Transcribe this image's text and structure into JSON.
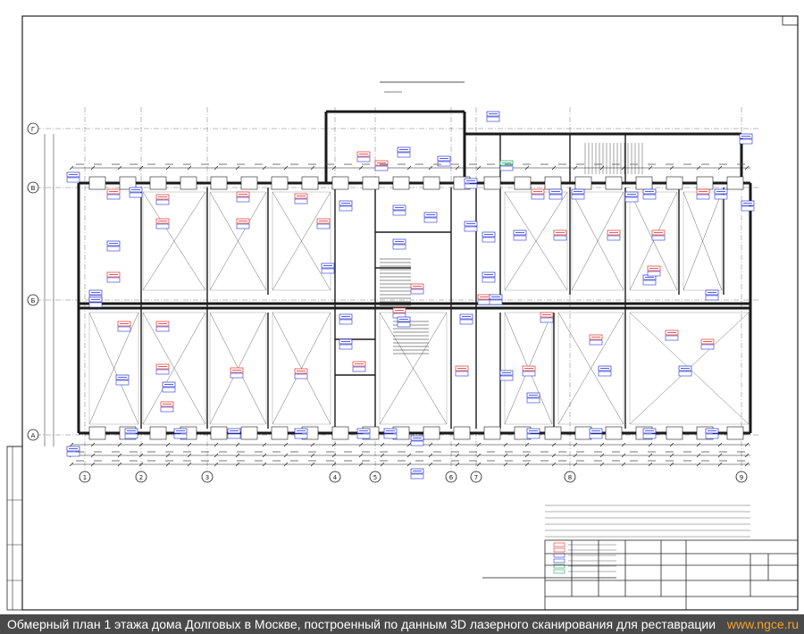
{
  "caption": "Обмерный план 1 этажа дома Долговых в Москве, построенный по данным 3D лазерного сканирования для реставрации",
  "site": "www.ngce.ru",
  "colors": {
    "accent": "#f4a12a",
    "bar": "#4a4a4a",
    "ink": "#1a1a1a",
    "red": "#e0302a",
    "blue": "#2b35d8",
    "green": "#16a35a"
  },
  "axes_x": [
    "1",
    "2",
    "3",
    "4",
    "5",
    "6",
    "7",
    "8",
    "9"
  ],
  "axes_y": [
    "А",
    "Б",
    "В",
    "Г"
  ]
}
